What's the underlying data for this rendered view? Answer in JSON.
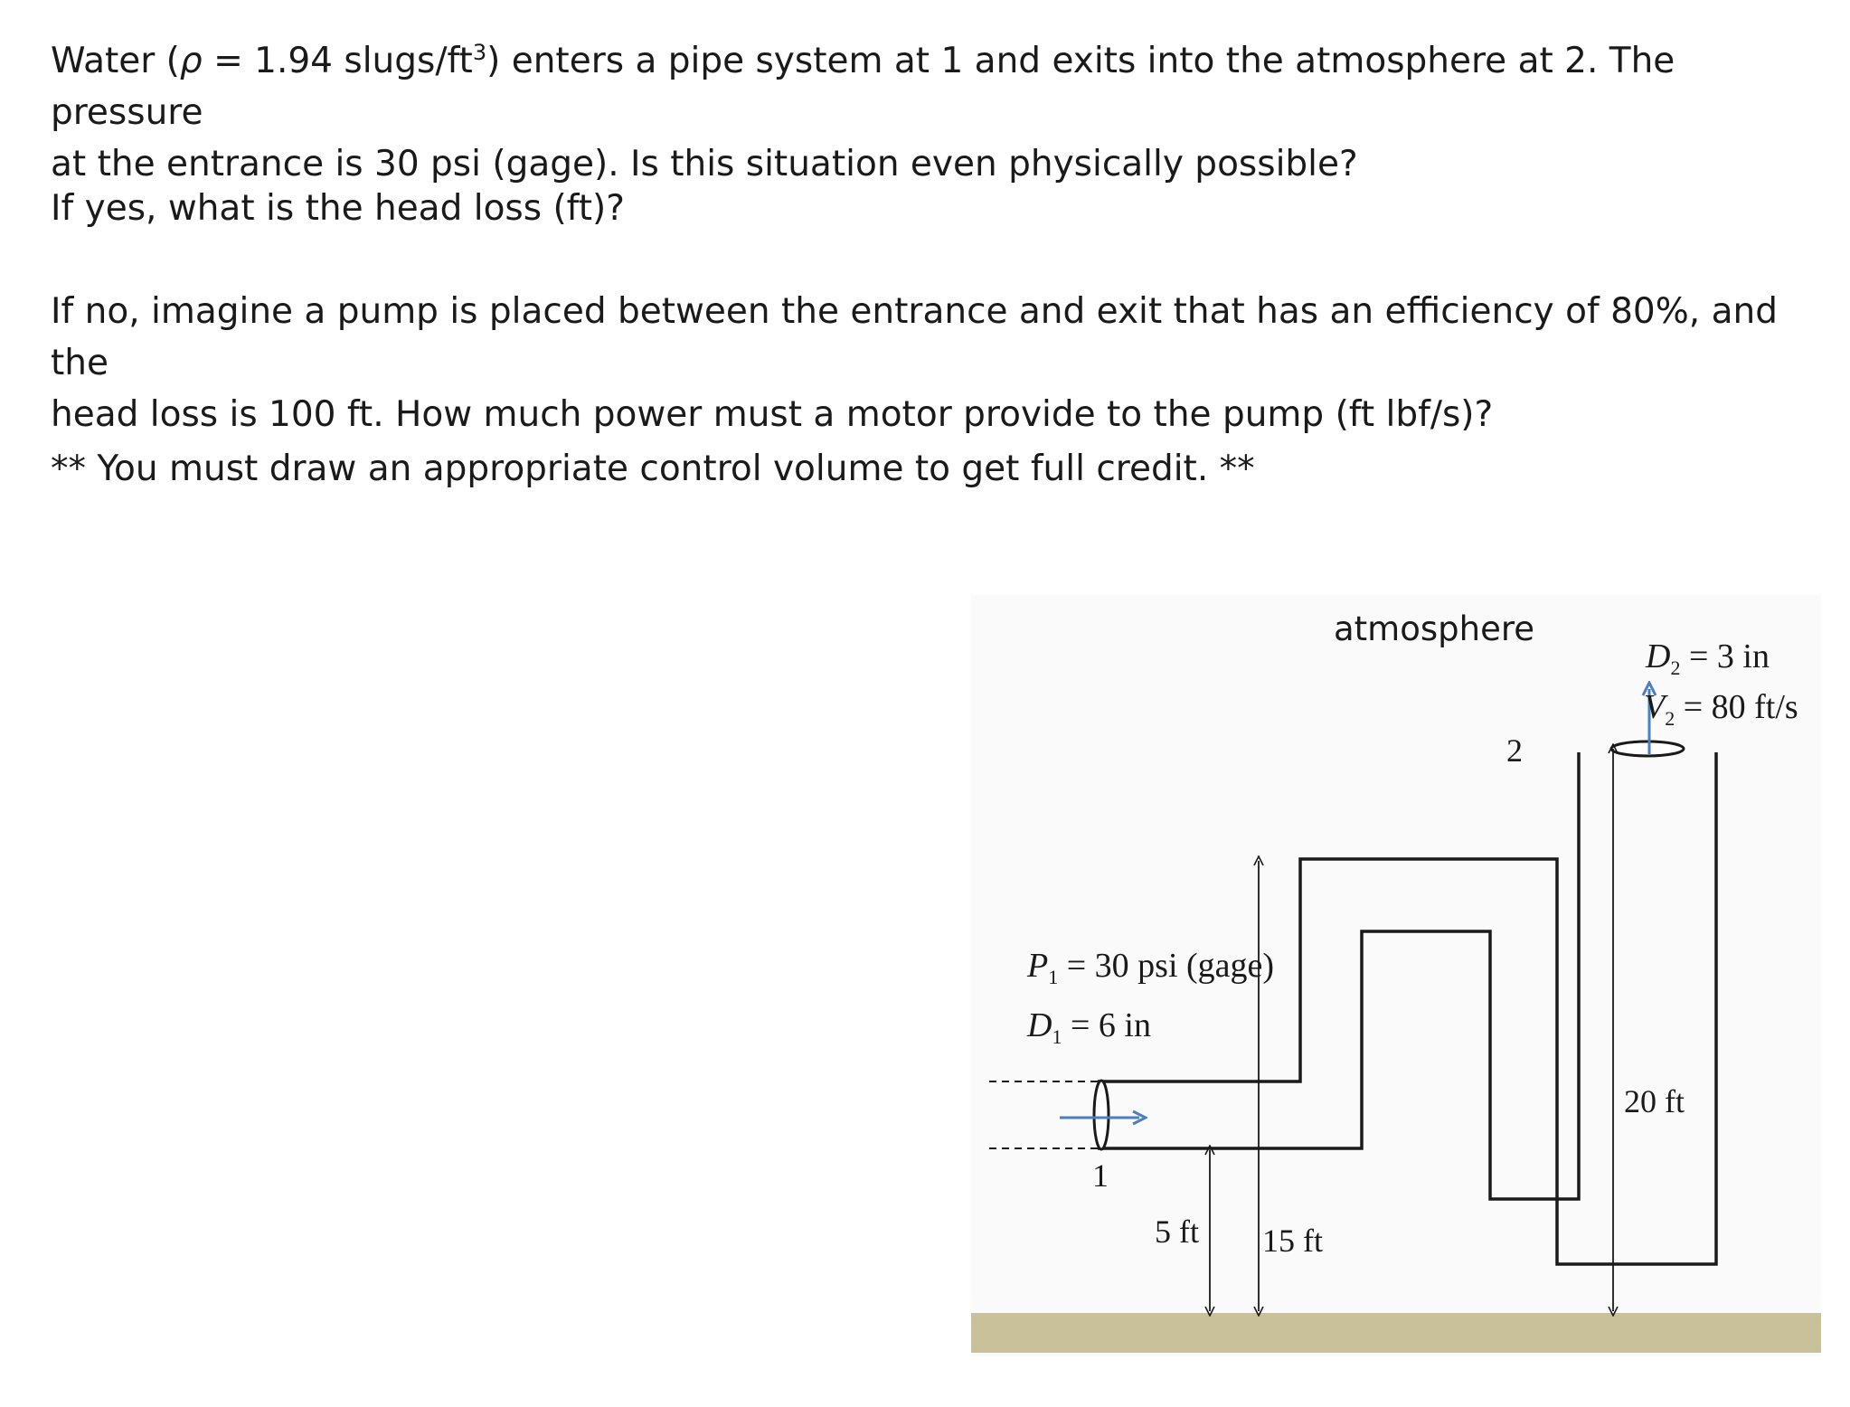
{
  "problem": {
    "line1_before_rho": "Water (",
    "rho_symbol": "ρ",
    "line1_after_rho": " = 1.94 slugs/ft",
    "line1_superscript": "3",
    "line1_end": ") enters a pipe system at 1 and exits into the atmosphere at 2. The pressure",
    "line2": "at the entrance is 30 psi (gage). Is this situation even physically possible?",
    "if_yes": "If yes, what is the head loss (ft)?",
    "if_no_line1": "If no, imagine a pump is placed between the entrance and exit that has an efficiency of 80%, and the",
    "if_no_line2": "head loss is 100 ft. How much power must a motor provide to the pump (ft lbf/s)?",
    "note": "** You must draw an appropriate control volume to get full credit. **"
  },
  "diagram": {
    "atmosphere_label": "atmosphere",
    "d2_label": "D",
    "d2_sub": "2",
    "d2_value": " = 3 in",
    "v2_label": "V",
    "v2_sub": "2",
    "v2_value": " = 80 ft/s",
    "p1_label": "P",
    "p1_sub": "1",
    "p1_value": " = 30 psi (gage)",
    "d1_label": "D",
    "d1_sub": "1",
    "d1_value": " = 6 in",
    "point1_label": "1",
    "point2_label": "2",
    "height_5": "5 ft",
    "height_15": "15 ft",
    "height_20": "20 ft",
    "colors": {
      "ground": "#c8c19a",
      "flow_arrow": "#4a7fc1",
      "pipe": "#1a1a1a"
    }
  }
}
